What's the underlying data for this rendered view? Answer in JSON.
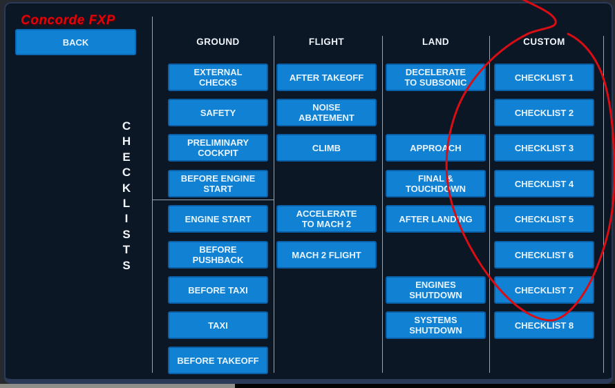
{
  "logo": {
    "text": "Concorde FXP",
    "color": "#e80006"
  },
  "back_button": {
    "label": "BACK"
  },
  "sidebar": {
    "vertical_label": "CHECKLISTS"
  },
  "columns": [
    {
      "header": "GROUND",
      "buttons": [
        {
          "label": "EXTERNAL\nCHECKS"
        },
        {
          "label": "SAFETY"
        },
        {
          "label": "PRELIMINARY\nCOCKPIT"
        },
        {
          "label": "BEFORE ENGINE\nSTART"
        },
        {
          "label": "ENGINE START"
        },
        {
          "label": "BEFORE\nPUSHBACK"
        },
        {
          "label": "BEFORE TAXI"
        },
        {
          "label": "TAXI"
        },
        {
          "label": "BEFORE TAKEOFF"
        }
      ]
    },
    {
      "header": "FLIGHT",
      "buttons": [
        {
          "label": "AFTER TAKEOFF"
        },
        {
          "label": "NOISE\nABATEMENT"
        },
        {
          "label": "CLIMB"
        },
        {
          "label": "ACCELERATE\nTO MACH 2"
        },
        {
          "label": "MACH 2 FLIGHT"
        }
      ]
    },
    {
      "header": "LAND",
      "buttons": [
        {
          "label": "DECELERATE\nTO SUBSONIC"
        },
        {
          "label": "APPROACH"
        },
        {
          "label": "FINAL &\nTOUCHDOWN"
        },
        {
          "label": "AFTER LANDING"
        },
        {
          "label": "ENGINES\nSHUTDOWN"
        },
        {
          "label": "SYSTEMS\nSHUTDOWN"
        }
      ]
    },
    {
      "header": "CUSTOM",
      "buttons": [
        {
          "label": "CHECKLIST 1"
        },
        {
          "label": "CHECKLIST 2"
        },
        {
          "label": "CHECKLIST 3"
        },
        {
          "label": "CHECKLIST 4"
        },
        {
          "label": "CHECKLIST 5"
        },
        {
          "label": "CHECKLIST 6"
        },
        {
          "label": "CHECKLIST 7"
        },
        {
          "label": "CHECKLIST 8"
        }
      ]
    }
  ],
  "annotation": {
    "description": "hand-drawn red ellipse circling the CUSTOM checklist buttons",
    "color": "#d90d14"
  },
  "colors": {
    "panel_background": "#0c1726",
    "button_blue": "#1181d3",
    "button_border": "#0b5fa6",
    "divider_gray": "#c2c9d1",
    "logo_red": "#e80006",
    "annotation_red": "#d90d14"
  }
}
